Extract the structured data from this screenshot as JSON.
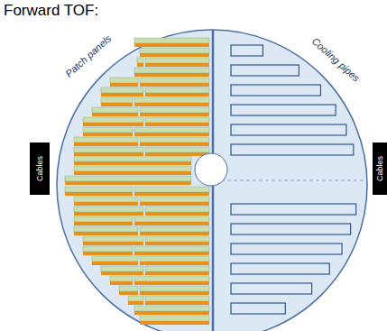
{
  "diagram": {
    "title": "Forward TOF:",
    "nodes": [
      {
        "text": [
          "Cables"
        ]
      },
      {
        "text": [
          "Cables"
        ]
      }
    ],
    "labels": [
      "Patch panels",
      "Cooling pipes"
    ]
  }
}
